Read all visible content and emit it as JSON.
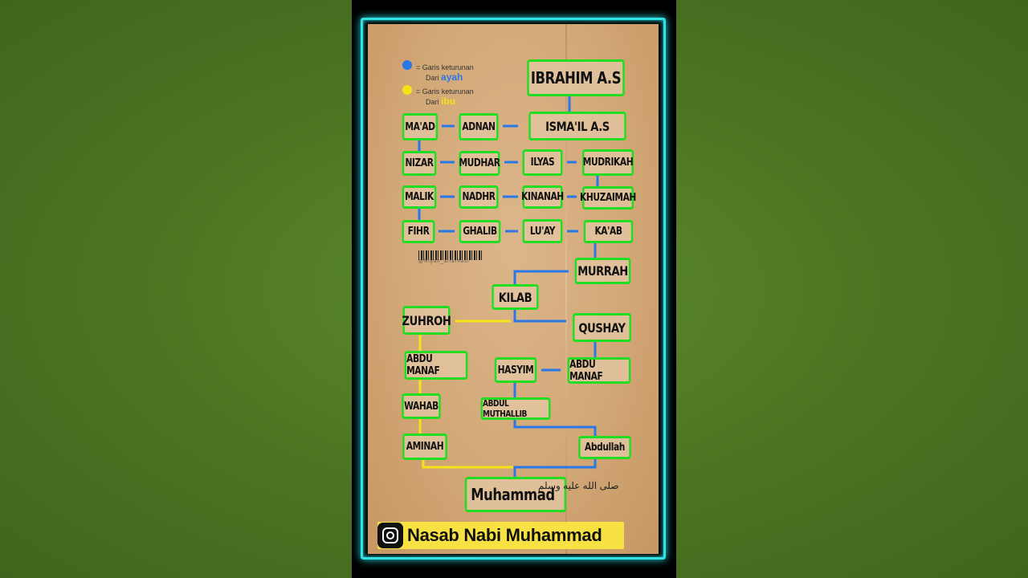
{
  "legend": {
    "father": {
      "line1": "= Garis keturunan",
      "line2": "Dari",
      "word": "ayah",
      "color": "#2a78e8"
    },
    "mother": {
      "line1": "= Garis keturunan",
      "line2": "Dari",
      "word": "ibu",
      "color": "#f5e21a"
    }
  },
  "nodes": {
    "ibrahim": "IBRAHIM A.S",
    "ismail": "ISMA'IL  A.S",
    "maad": "MA'AD",
    "adnan": "ADNAN",
    "nizar": "NIZAR",
    "mudhar": "MUDHAR",
    "ilyas": "ILYAS",
    "mudrikah": "MUDRIKAH",
    "malik": "MALIK",
    "nadhr": "NADHR",
    "kinanah": "KINANAH",
    "khuzaimah": "KHUZAIMAH",
    "fihr": "FIHR",
    "ghalib": "GHALIB",
    "luay": "LU'AY",
    "kaab": "KA'AB",
    "murrah": "MURRAH",
    "kilab": "KILAB",
    "zuhroh": "ZUHROH",
    "qushay": "QUSHAY",
    "abdu_manaf_left": "ABDU MANAF",
    "hasyim": "HASYIM",
    "abdu_manaf_right": "ABDU MANAF",
    "wahab": "WAHAB",
    "abdul_muthallib": "ABDUL MUTHALLIB",
    "aminah": "AMINAH",
    "abdullah": "Abdullah",
    "muhammad": "Muhammad"
  },
  "arabic_honorific": "صلى الله عليه وسلم",
  "barcode_text": "@Riyan_alfarhasi",
  "caption": "Nasab Nabi Muhammad",
  "colors": {
    "node_border": "#22dd22",
    "father_line": "#2a78e8",
    "mother_line": "#f5e21a",
    "frame": "#2de3e3"
  }
}
